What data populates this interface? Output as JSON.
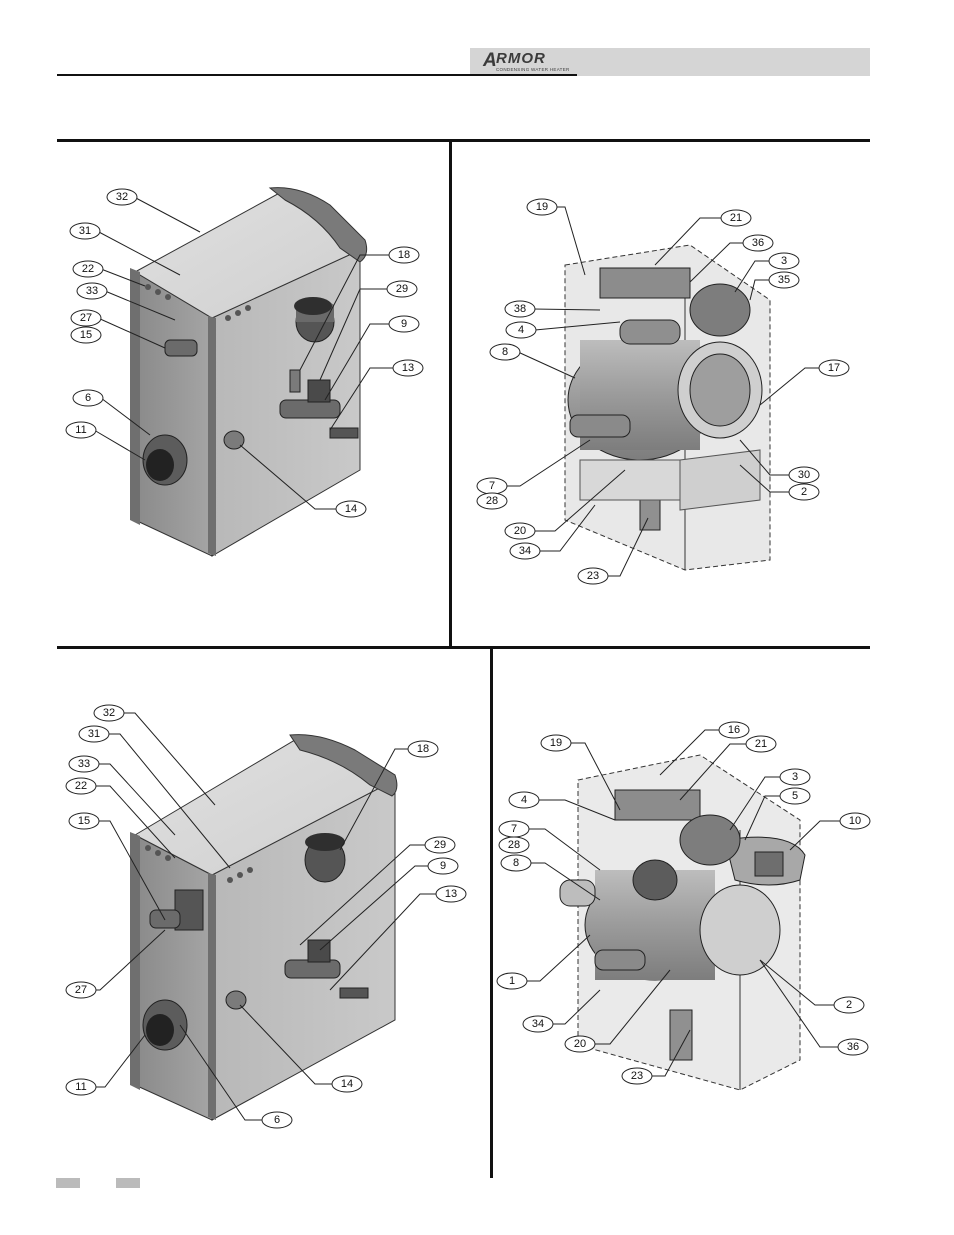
{
  "header": {
    "logo_text": "RMOR",
    "logo_letter": "A",
    "logo_tagline": "CONDENSING WATER HEATER",
    "accent_color": "#d5d5d5"
  },
  "panels": {
    "top_left": {
      "callouts": [
        "32",
        "31",
        "22",
        "33",
        "27",
        "15",
        "6",
        "11",
        "18",
        "29",
        "9",
        "13",
        "14"
      ]
    },
    "top_right": {
      "callouts": [
        "19",
        "21",
        "36",
        "3",
        "35",
        "38",
        "4",
        "8",
        "17",
        "30",
        "2",
        "7",
        "28",
        "20",
        "34",
        "23"
      ]
    },
    "bottom_left": {
      "callouts": [
        "32",
        "31",
        "33",
        "22",
        "15",
        "27",
        "11",
        "18",
        "29",
        "9",
        "13",
        "14",
        "6"
      ]
    },
    "bottom_right": {
      "callouts": [
        "19",
        "16",
        "21",
        "4",
        "3",
        "5",
        "7",
        "28",
        "8",
        "10",
        "1",
        "2",
        "34",
        "20",
        "36",
        "23"
      ]
    }
  }
}
